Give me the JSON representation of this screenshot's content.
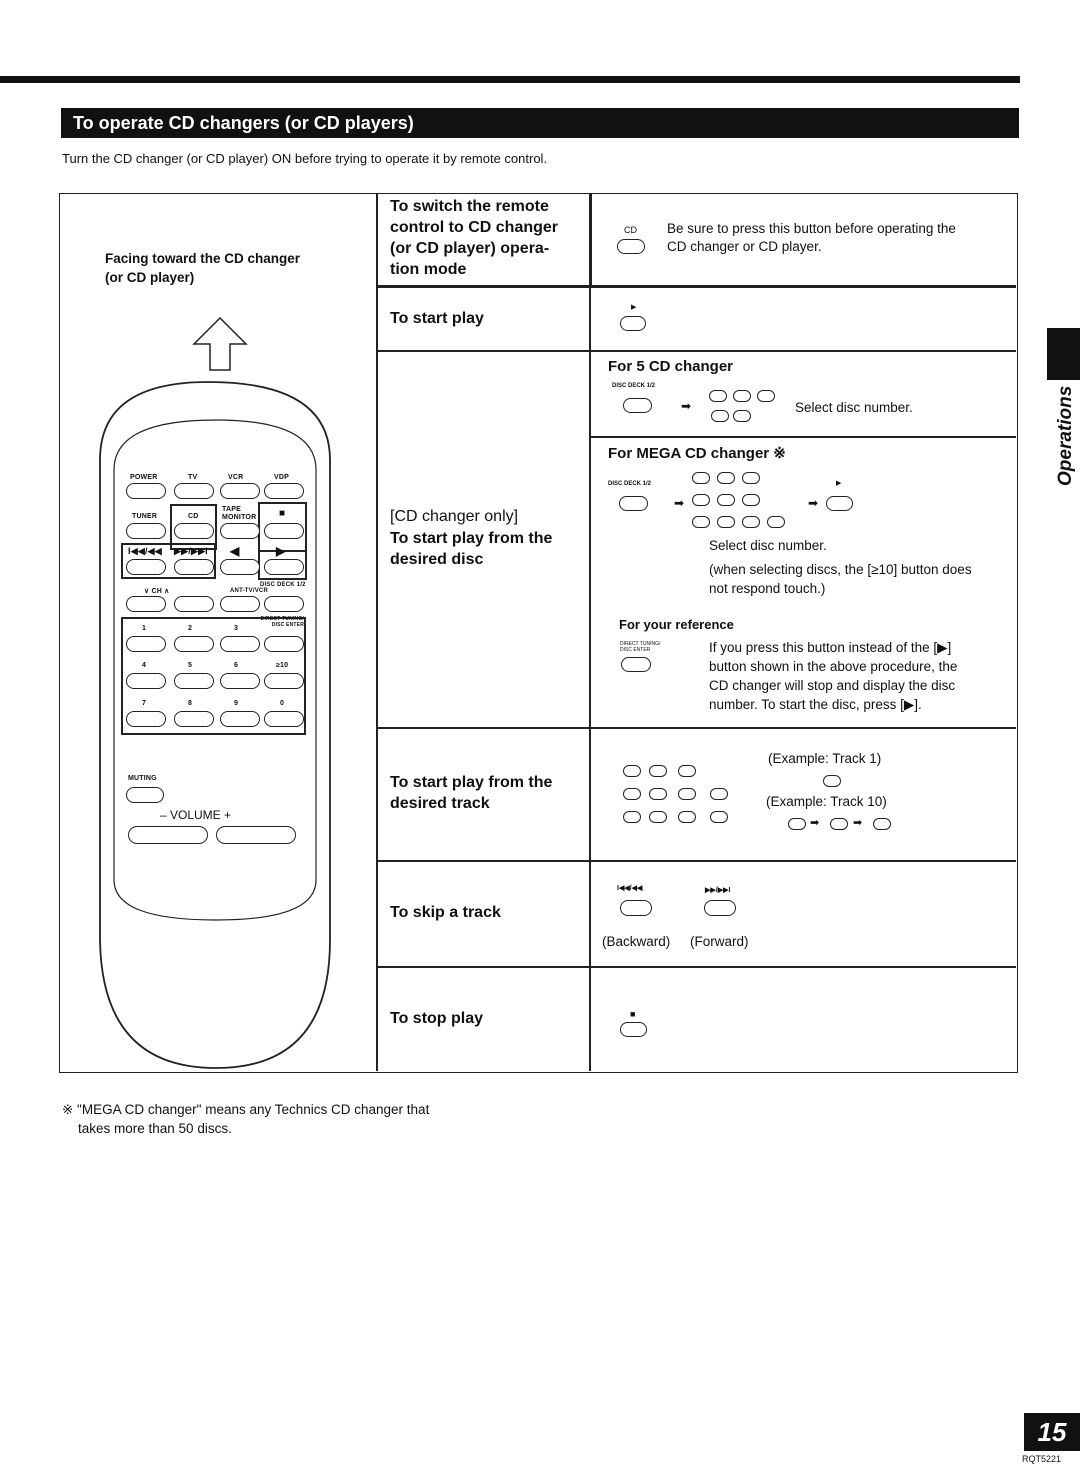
{
  "header": {
    "title": "To operate CD changers (or CD players)",
    "intro": "Turn the CD changer (or CD player) ON before trying to operate it by remote control."
  },
  "remote": {
    "facing_line1": "Facing toward the CD changer",
    "facing_line2": "(or CD player)",
    "labels": {
      "power": "POWER",
      "tv": "TV",
      "vcr": "VCR",
      "vdp": "VDP",
      "tuner": "TUNER",
      "cd": "CD",
      "tape_monitor": "TAPE MONITOR",
      "stop": "■",
      "skip_back": "I◀◀/◀◀",
      "skip_fwd": "▶▶/▶▶I",
      "rev": "◀",
      "play": "▶",
      "ch": "∨  CH  ∧",
      "ant": "ANT-TV/VCR",
      "disc_deck": "DISC DECK 1/2",
      "direct": "DIRECT TUNING/ DISC ENTER",
      "n1": "1",
      "n2": "2",
      "n3": "3",
      "n4": "4",
      "n5": "5",
      "n6": "6",
      "n7": "7",
      "n8": "8",
      "n9": "9",
      "n0": "0",
      "n10": "≥10",
      "muting": "MUTING",
      "volume": "–   VOLUME   +"
    }
  },
  "rows": {
    "switch": {
      "label": "To switch the remote control to CD changer (or CD player) operation mode",
      "label_l1": "To switch the remote",
      "label_l2": "control to CD changer",
      "label_l3": "(or CD player) opera-",
      "label_l4": "tion mode",
      "btn": "CD",
      "desc_l1": "Be sure to press this button before operating the",
      "desc_l2": "CD changer or CD player."
    },
    "start": {
      "label": "To start play",
      "btn": "▶"
    },
    "disc": {
      "note": "[CD changer only]",
      "label_l1": "To start play from the",
      "label_l2": "desired disc",
      "five_title": "For 5 CD changer",
      "five_select": "Select disc number.",
      "mega_title": "For MEGA CD changer ※",
      "mega_select": "Select disc number.",
      "mega_note_l1": "(when selecting discs, the [≥10] button does",
      "mega_note_l2": "not respond touch.)",
      "ref_title": "For your reference",
      "ref_btn": "DIRECT TUNING/ DISC ENTER",
      "ref_l1": "If you press this button instead of the [▶]",
      "ref_l2": "button shown in the above procedure, the",
      "ref_l3": "CD changer will stop and display the disc",
      "ref_l4": "number. To start the disc, press [▶]."
    },
    "track": {
      "label_l1": "To start play from the",
      "label_l2": "desired track",
      "ex1": "(Example: Track 1)",
      "ex10": "(Example: Track 10)"
    },
    "skip": {
      "label": "To skip a track",
      "back_icon": "I◀◀/◀◀",
      "fwd_icon": "▶▶/▶▶I",
      "back": "(Backward)",
      "fwd": "(Forward)"
    },
    "stop": {
      "label": "To stop play",
      "btn": "■"
    }
  },
  "footnote": {
    "l1": "※ \"MEGA CD changer\" means any Technics CD changer that",
    "l2": "takes more than 50 discs."
  },
  "side_tab": "Operations",
  "page_number": "15",
  "doc_code": "RQT5221"
}
